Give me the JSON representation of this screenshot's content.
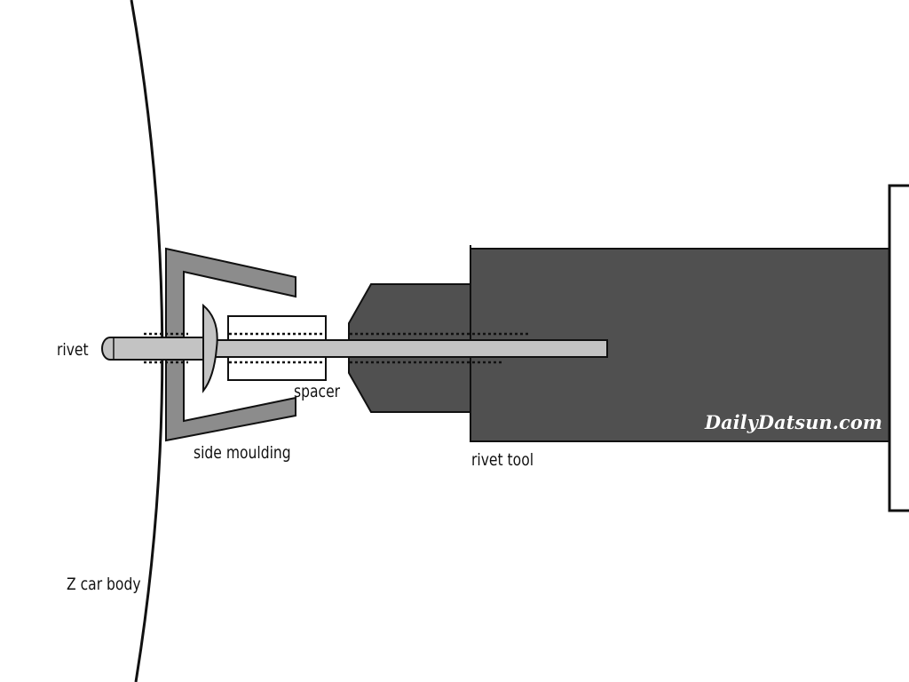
{
  "labels": {
    "rivet": "rivet",
    "spacer": "spacer",
    "side_moulding": "side moulding",
    "rivet_tool": "rivet tool",
    "car_body": "Z car body"
  },
  "watermark": "DailyDatsun.com",
  "colors": {
    "tool_body": "#505050",
    "moulding": "#8c8c8c",
    "rivet": "#c3c3c3",
    "outline": "#111111",
    "background": "#ffffff"
  }
}
